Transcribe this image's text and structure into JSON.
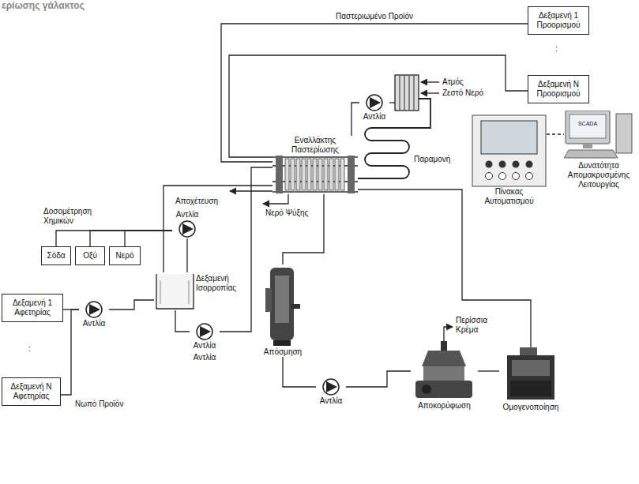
{
  "diagram": {
    "title": "ερίωσης γάλακτος",
    "nodes": [
      {
        "text": [
          "Δεξαμενή 1 Προορισμού"
        ]
      },
      {
        "text": [
          "Δεξαμενή Ν Προορισμού"
        ]
      },
      {
        "text": [
          "Αντλία"
        ]
      },
      {
        "text": [
          "Εναλλάκτης Παστερίωσης"
        ]
      },
      {
        "text": [
          "SCADA",
          "Δυνατότητα Απομακρυσμένης Λειτουργίας"
        ]
      },
      {
        "text": [
          "Πίνακας Αυτοματισμού"
        ]
      },
      {
        "text": [
          "Αντλία"
        ]
      },
      {
        "text": [
          "Σόδα"
        ]
      },
      {
        "text": [
          "Οξύ"
        ]
      },
      {
        "text": [
          "Νερό"
        ]
      },
      {
        "text": [
          "Δεξαμενή Ισορροπίας"
        ]
      },
      {
        "text": [
          "Δεξαμενή 1 Αφετηρίας"
        ]
      },
      {
        "text": [
          "Αντλία"
        ]
      },
      {
        "text": [
          "Αντλία"
        ]
      },
      {
        "text": [
          "Απόσμηση"
        ]
      },
      {
        "text": [
          "Αποκορύφωση"
        ]
      },
      {
        "text": [
          "Ομογενοποίηση"
        ]
      },
      {
        "text": [
          "Αντλία"
        ]
      },
      {
        "text": [
          "Δεξαμενή Ν Αφετηρίας"
        ]
      }
    ],
    "edges": [
      {
        "from": 11,
        "to": 12,
        "arrow": "none"
      },
      {
        "from": 18,
        "to": 12,
        "arrow": "none"
      },
      {
        "from": 12,
        "to": 10,
        "arrow": "none"
      },
      {
        "from": 7,
        "to": 6,
        "arrow": "none"
      },
      {
        "from": 8,
        "to": 6,
        "arrow": "none"
      },
      {
        "from": 9,
        "to": 6,
        "arrow": "none"
      },
      {
        "from": 6,
        "to": 10,
        "arrow": "none"
      },
      {
        "from": 10,
        "to": 13,
        "arrow": "none"
      },
      {
        "from": 13,
        "to": 3,
        "arrow": "none"
      },
      {
        "from": 3,
        "to": 14,
        "arrow": "none"
      },
      {
        "from": 14,
        "to": 17,
        "arrow": "none"
      },
      {
        "from": 17,
        "to": 15,
        "arrow": "none"
      },
      {
        "from": 15,
        "to": 16,
        "arrow": "none"
      },
      {
        "from": 16,
        "to": 3,
        "arrow": "none"
      },
      {
        "from": 3,
        "to": 0,
        "label": "Παστεριωμένο Προϊόν",
        "arrow": "none"
      },
      {
        "from": 3,
        "to": 1,
        "arrow": "none"
      },
      {
        "from": 2,
        "to": 3,
        "arrow": "none"
      },
      {
        "from": 3,
        "to": 10,
        "arrow": "none"
      },
      {
        "from": 5,
        "to": 4,
        "arrow": "none"
      }
    ],
    "labels": [
      ":",
      "Ατμός",
      "Ζεστό Νερό",
      "Παραμονή",
      "Αποχέτευση",
      "Νερό Ψύξης",
      "Δοσομέτρηση Χημικών",
      "Περίσσια Κρέμα",
      "Αντλία",
      ":",
      "Νωπό Προϊόν"
    ]
  }
}
